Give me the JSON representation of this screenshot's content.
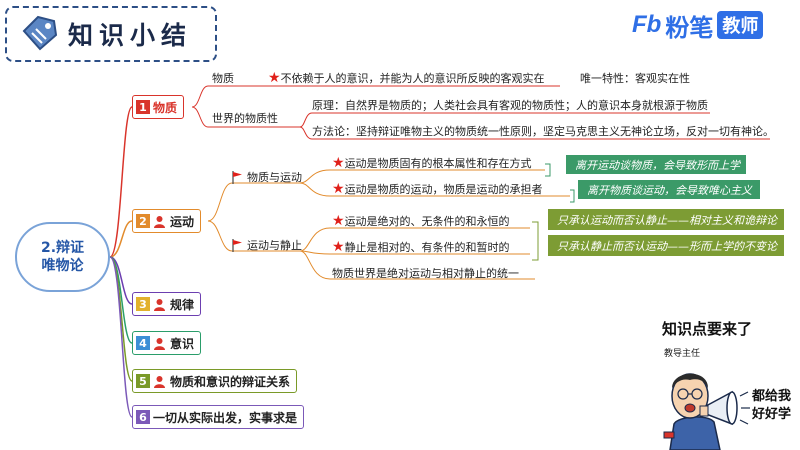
{
  "header": {
    "title": "知识小结",
    "brand_logo": "Fb",
    "brand_name": "粉笔",
    "brand_badge": "教师"
  },
  "center": {
    "line1": "2.辩证",
    "line2": "唯物论"
  },
  "branches": [
    {
      "num": "1",
      "label": "物质",
      "color": "#d9342b"
    },
    {
      "num": "2",
      "label": "运动",
      "color": "#e28b2c"
    },
    {
      "num": "3",
      "label": "规律",
      "color": "#6c3fb0"
    },
    {
      "num": "4",
      "label": "意识",
      "color": "#2a9d6a"
    },
    {
      "num": "5",
      "label": "物质和意识的辩证关系",
      "color": "#7a9a28"
    },
    {
      "num": "6",
      "label": "一切从实际出发，实事求是",
      "color": "#7b59b8"
    }
  ],
  "matter": {
    "sub1_label": "物质",
    "sub1_def": "不依赖于人的意识，并能为人的意识所反映的客观实在",
    "sub1_attr": "唯一特性：客观实在性",
    "sub2_label": "世界的物质性",
    "principle": "原理：自然界是物质的；人类社会具有客观的物质性；人的意识本身就根源于物质",
    "method": "方法论：坚持辩证唯物主义的物质统一性原则，坚定马克思主义无神论立场，反对一切有神论。"
  },
  "motion": {
    "sub1_label": "物质与运动",
    "m1": "运动是物质固有的根本属性和存在方式",
    "m2": "运动是物质的运动，物质是运动的承担者",
    "n1": "离开运动谈物质，会导致形而上学",
    "n2": "离开物质谈运动，会导致唯心主义",
    "sub2_label": "运动与静止",
    "s1": "运动是绝对的、无条件的和永恒的",
    "s2": "静止是相对的、有条件的和暂时的",
    "s3": "物质世界是绝对运动与相对静止的统一",
    "n3": "只承认运动而否认静止——相对主义和诡辩论",
    "n4": "只承认静止而否认运动——形而上学的不变论"
  },
  "mascot": {
    "headline": "知识点要来了",
    "role": "教导主任",
    "speech1": "都给我",
    "speech2": "好好学"
  },
  "icons": {
    "title_tag": "price-tag-icon",
    "branch_marker": "person-pin-icon",
    "flag": "red-flag-icon",
    "star": "red-star-icon",
    "megaphone": "megaphone-icon"
  }
}
